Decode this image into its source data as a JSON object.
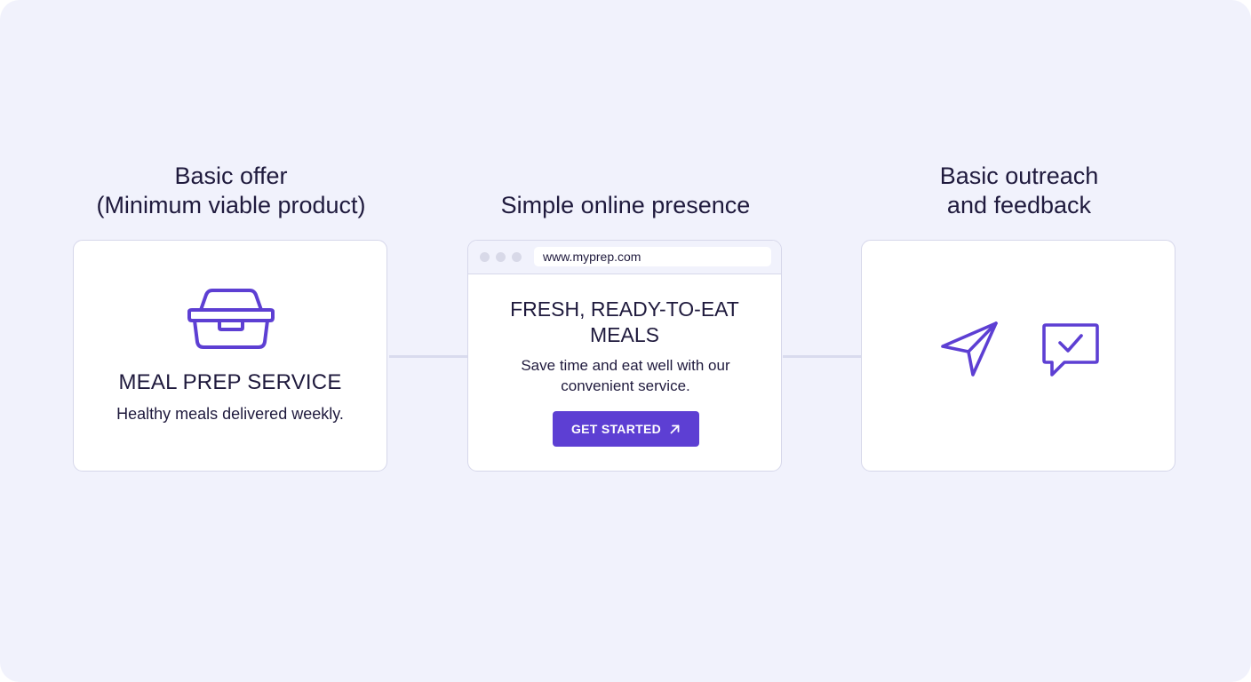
{
  "columns": [
    {
      "heading_lines": [
        "Basic offer",
        "(Minimum viable product)"
      ],
      "card": {
        "icon": "takeout-box-icon",
        "title": "MEAL PREP SERVICE",
        "subtitle": "Healthy meals delivered weekly."
      }
    },
    {
      "heading_lines": [
        "Simple online presence"
      ],
      "card": {
        "url": "www.myprep.com",
        "headline_lines": [
          "FRESH, READY-TO-EAT",
          "MEALS"
        ],
        "copy_lines": [
          "Save time and eat well with our",
          "convenient service."
        ],
        "button_label": "GET STARTED",
        "button_icon": "arrow-up-right-icon"
      }
    },
    {
      "heading_lines": [
        "Basic outreach",
        "and feedback"
      ],
      "card": {
        "icons": [
          "paper-plane-icon",
          "chat-check-icon"
        ]
      }
    }
  ],
  "colors": {
    "accent": "#5d3fd3",
    "background": "#f1f2fc",
    "text": "#1f1a3d",
    "border": "#d6d7ea"
  }
}
